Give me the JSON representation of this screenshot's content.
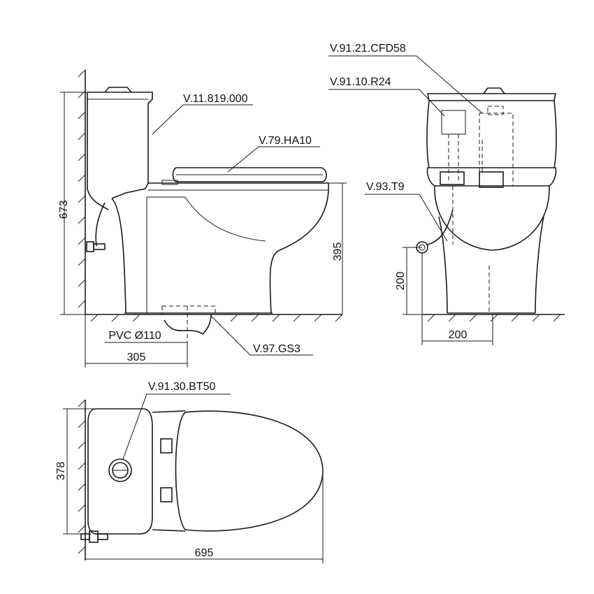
{
  "labels": {
    "tank": "V.11.819.000",
    "seat": "V.79.HA10",
    "flush_valve": "V.91.21.CFD58",
    "fill_valve": "V.91.10.R24",
    "angle_valve": "V.93.T9",
    "flange": "V.97.GS3",
    "button": "V.91.30.BT50",
    "pvc": "PVC Ø110"
  },
  "dimensions": {
    "side_height": "673",
    "bowl_height": "395",
    "rough_in": "305",
    "supply_height": "200",
    "supply_offset": "200",
    "width": "378",
    "depth": "695"
  }
}
